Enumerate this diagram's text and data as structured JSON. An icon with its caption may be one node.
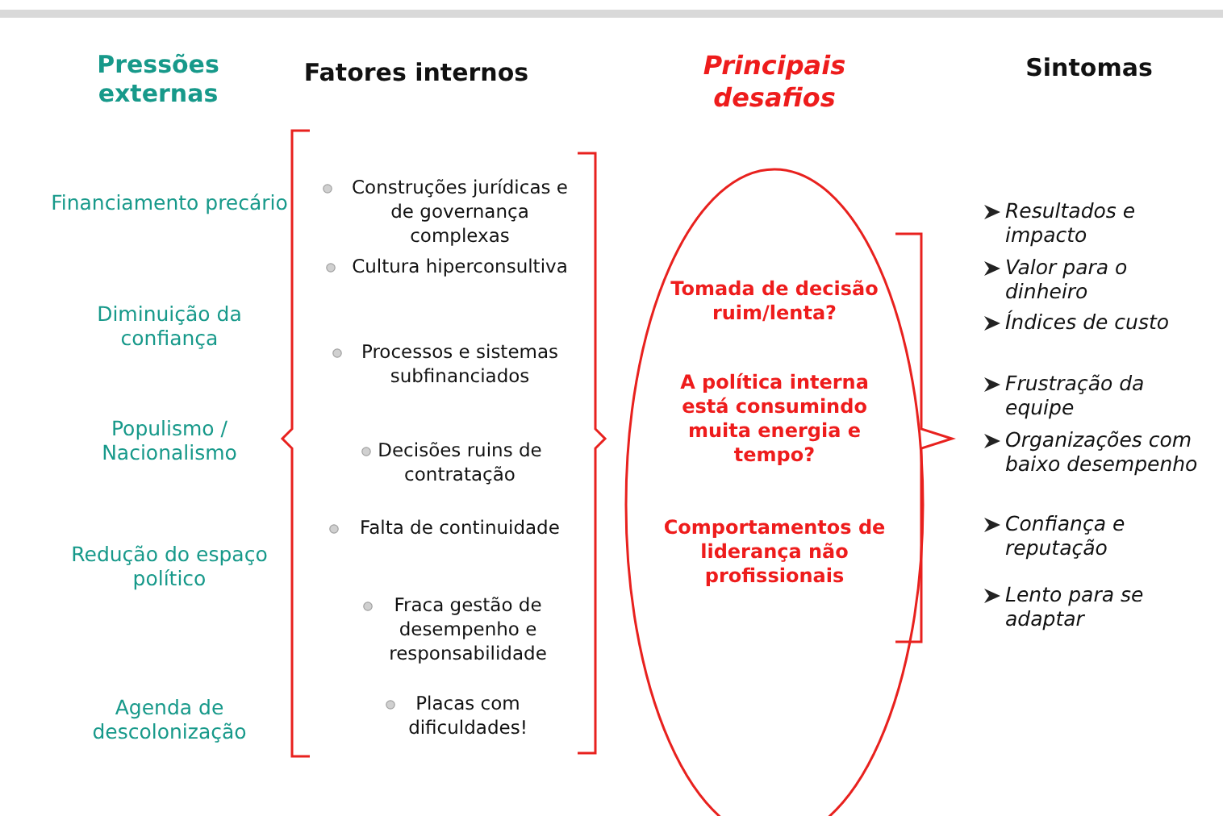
{
  "diagram": {
    "nodes": [
      {
        "text": [
          "Principais desafios",
          "Tomada de decisão ruim/lenta?",
          "A política interna está consumindo muita energia e tempo?",
          "Comportamentos de liderança não profissionais"
        ]
      }
    ],
    "edges": [],
    "labels": [
      "Pressões externas",
      "Financiamento precário",
      "Diminuição da confiança",
      "Populismo / Nacionalismo",
      "Redução do espaço político",
      "Agenda de descolonização",
      "Fatores internos",
      "Construções jurídicas e de governança complexas",
      "Cultura hiperconsultiva",
      "Processos e sistemas subfinanciados",
      "Decisões ruins de contratação",
      "Falta de continuidade",
      "Fraca gestão de desempenho e responsabilidade",
      "Placas com dificuldades!",
      "Sintomas",
      "Resultados e impacto",
      "Valor para o dinheiro",
      "Índices de custo",
      "Frustração da equipe",
      "Organizações com baixo desempenho",
      "Confiança e reputação",
      "Lento para se adaptar"
    ]
  }
}
